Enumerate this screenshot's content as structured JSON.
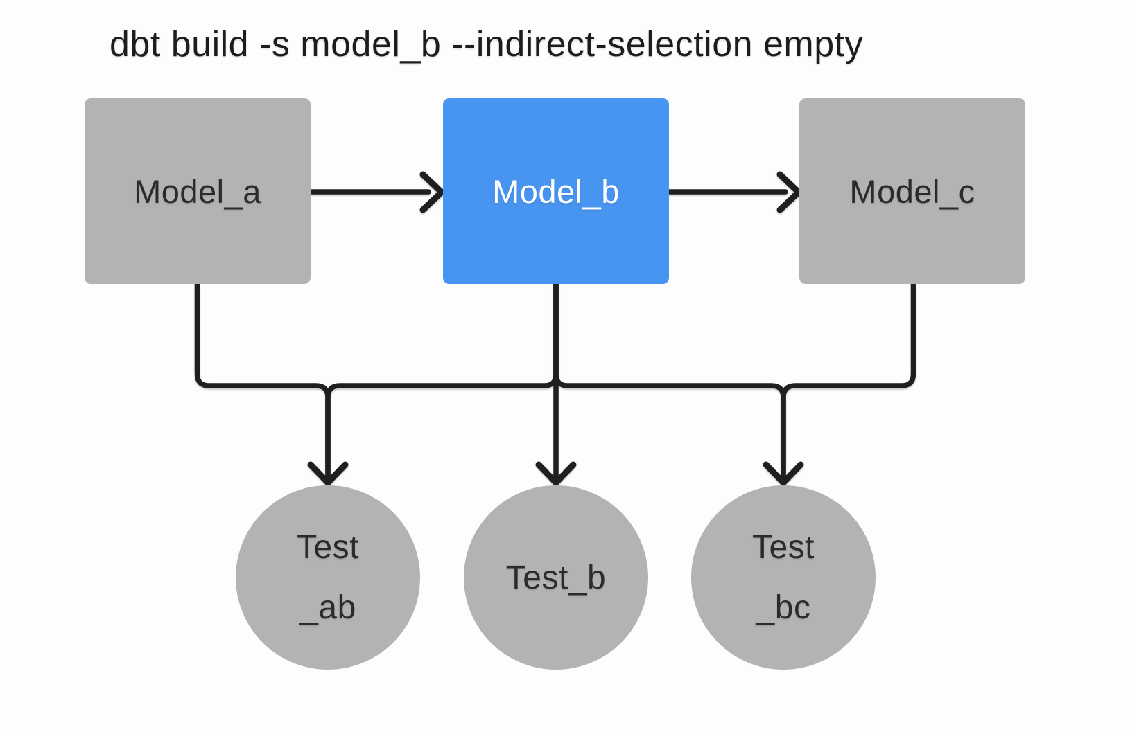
{
  "title": "dbt build -s model_b --indirect-selection empty",
  "diagram": {
    "nodes": [
      {
        "id": "model_a",
        "type": "model",
        "selected": false,
        "label": "Model_a"
      },
      {
        "id": "model_b",
        "type": "model",
        "selected": true,
        "label": "Model_b"
      },
      {
        "id": "model_c",
        "type": "model",
        "selected": false,
        "label": "Model_c"
      },
      {
        "id": "test_ab",
        "type": "test",
        "label_lines": [
          "Test",
          "_ab"
        ]
      },
      {
        "id": "test_b",
        "type": "test",
        "label_lines": [
          "Test_b"
        ]
      },
      {
        "id": "test_bc",
        "type": "test",
        "label_lines": [
          "Test",
          "_bc"
        ]
      }
    ],
    "edges": [
      {
        "from": "model_a",
        "to": "model_b"
      },
      {
        "from": "model_b",
        "to": "model_c"
      },
      {
        "from": "model_a",
        "to": "test_ab"
      },
      {
        "from": "model_b",
        "to": "test_ab"
      },
      {
        "from": "model_b",
        "to": "test_b"
      },
      {
        "from": "model_b",
        "to": "test_bc"
      },
      {
        "from": "model_c",
        "to": "test_bc"
      }
    ]
  },
  "colors": {
    "selected_node": "#4794f1",
    "unselected_node": "#b3b3b3",
    "edge": "#1f1f1f",
    "node_text": "#2b2b2b",
    "selected_node_text": "#ffffff",
    "title_text": "#1d1d1f",
    "background": "#fdfdfd"
  }
}
